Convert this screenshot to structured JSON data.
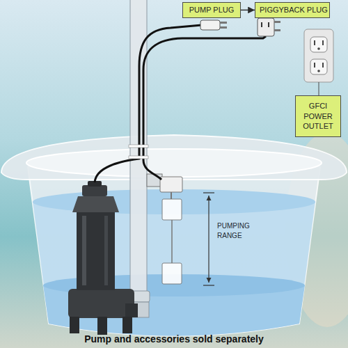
{
  "diagram": {
    "caption": "Pump and accessories sold separately",
    "nodes": [
      {
        "text": [
          "PUMP PLUG"
        ]
      },
      {
        "text": [
          "PIGGYBACK PLUG"
        ]
      },
      {
        "text": [
          "GFCI POWER OUTLET"
        ]
      }
    ],
    "edges": [
      {
        "from": 0,
        "to": 1,
        "arrow": "to"
      }
    ],
    "labels": [
      "PUMPING RANGE"
    ]
  }
}
